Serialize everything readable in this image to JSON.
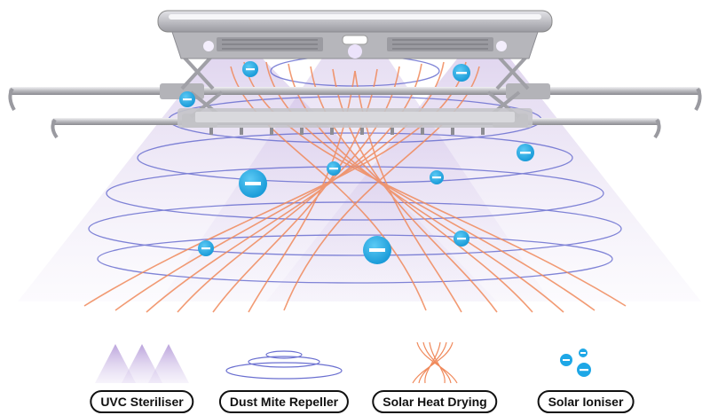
{
  "colors": {
    "uvc": "#b9a3d9",
    "dust_mite": "#5d63c9",
    "heat": "#f08050",
    "ioniser": "#1ea7e6",
    "frame": "#a8a8ad",
    "rod": "#bfbfc4"
  },
  "features": [
    {
      "label": "UVC Steriliser",
      "icon": "uvc-triangles-icon"
    },
    {
      "label": "Dust Mite Repeller",
      "icon": "dust-mite-ellipses-icon"
    },
    {
      "label": "Solar Heat Drying",
      "icon": "heat-waves-icon"
    },
    {
      "label": "Solar Ioniser",
      "icon": "ion-bubbles-icon"
    }
  ]
}
